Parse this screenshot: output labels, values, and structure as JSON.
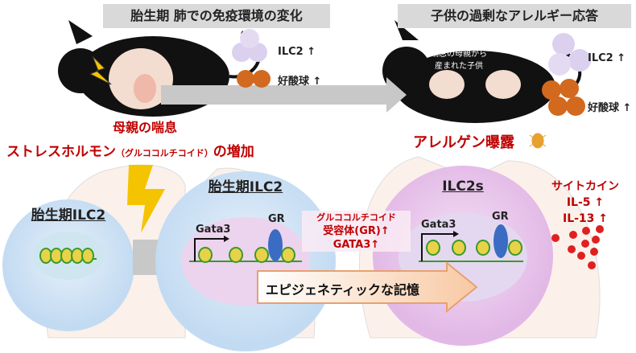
{
  "titles": {
    "left": "胎生期 肺での免疫環境の変化",
    "right": "子供の過剰なアレルギー応答"
  },
  "top_left": {
    "ilc2": "ILC2 ↑",
    "eos": "好酸球 ↑"
  },
  "top_right": {
    "ilc2": "ILC2 ↑",
    "eos": "好酸球 ↑",
    "child_label": "喘息の母親から\n産まれた子供"
  },
  "stress": {
    "line1": "母親の喘息",
    "line2a": "ストレスホルモン",
    "line2b": "（グルココルチコイド）",
    "line2c": "の増加"
  },
  "allergen": "アレルゲン曝露",
  "cells": {
    "c1": "胎生期ILC2",
    "c2": "胎生期ILC2",
    "c3": "ILC2s"
  },
  "genes": {
    "gata3": "Gata3",
    "gr": "GR"
  },
  "gr_box": {
    "l1": "グルココルチコイド",
    "l2": "受容体(GR)↑",
    "l3": "GATA3↑"
  },
  "cytokine": {
    "l1": "サイトカイン",
    "l2": "IL-5 ↑",
    "l3": "IL-13 ↑"
  },
  "memory": "エピジェネティックな記憶",
  "colors": {
    "red": "#c00000",
    "cellBlue": "#cfe3f5",
    "cellPink": "#e9c6ec",
    "yellow": "#f5c400"
  }
}
